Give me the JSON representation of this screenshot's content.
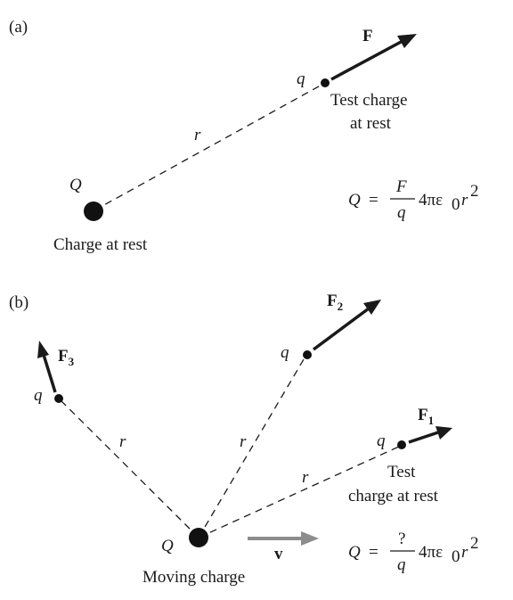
{
  "panel_a": {
    "label": "(a)",
    "source_charge": "Q",
    "source_caption": "Charge at rest",
    "test_charge": "q",
    "distance": "r",
    "force_label": "F",
    "test_caption_line1": "Test charge",
    "test_caption_line2": "at rest",
    "equation": {
      "lhs": "Q",
      "equals": "=",
      "numerator": "F",
      "denominator": "q",
      "factor": "4πε",
      "eps_sub": "0",
      "r": "r",
      "r_exp": "2"
    }
  },
  "panel_b": {
    "label": "(b)",
    "source_charge": "Q",
    "source_caption": "Moving charge",
    "velocity_label": "v",
    "test_charge": "q",
    "distance": "r",
    "force_main": "F",
    "force1_sub": "1",
    "force2_sub": "2",
    "force3_sub": "3",
    "test_caption_line1": "Test",
    "test_caption_line2": "charge at rest",
    "equation": {
      "lhs": "Q",
      "equals": "=",
      "numerator": "?",
      "denominator": "q",
      "factor": "4πε",
      "eps_sub": "0",
      "r": "r",
      "r_exp": "2"
    }
  },
  "colors": {
    "ink": "#1a1a1a",
    "velocity_arrow": "#8c8c8c"
  }
}
